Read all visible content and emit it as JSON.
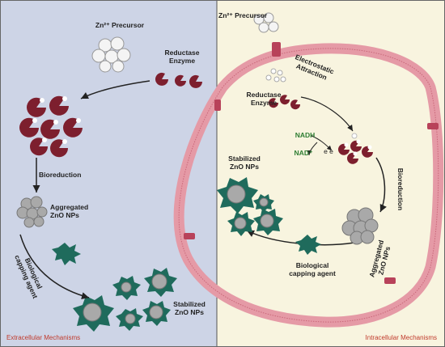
{
  "panels": {
    "left": {
      "footer": "Extracellular Mechanisms",
      "precursor_label": "Zn²⁺ Precursor",
      "enzyme_label": "Reductase\nEnzyme",
      "bioreduction_label": "Bioreduction",
      "aggregated_label": "Aggregated\nZnO NPs",
      "capping_label": "Biological\ncapping agent",
      "stabilized_label": "Stabilized\nZnO NPs"
    },
    "right": {
      "footer": "Intracellular Mechanisms",
      "precursor_label": "Zn²⁺ Precursor",
      "attraction_label": "Electrostatic\nAttraction",
      "enzyme_label": "Reductase\nEnzyme",
      "nadh_label": "NADH",
      "nad_label": "NAD⁺",
      "electron_label": "e e",
      "stabilized_label": "Stabilized\nZnO NPs",
      "bioreduction_label": "Bioreduction",
      "aggregated_label": "Aggregated\nZnO NPs",
      "capping_label": "Biological\ncapping agent"
    }
  },
  "colors": {
    "left_background": "#cdd4e6",
    "right_background": "#f8f4df",
    "membrane": "#e59aa6",
    "enzyme": "#7d1f2e",
    "nanoparticle": "#a9a9a9",
    "capping": "#1f6b5c",
    "footer_text": "#c0392b",
    "nadh_text": "#2e7d32"
  }
}
